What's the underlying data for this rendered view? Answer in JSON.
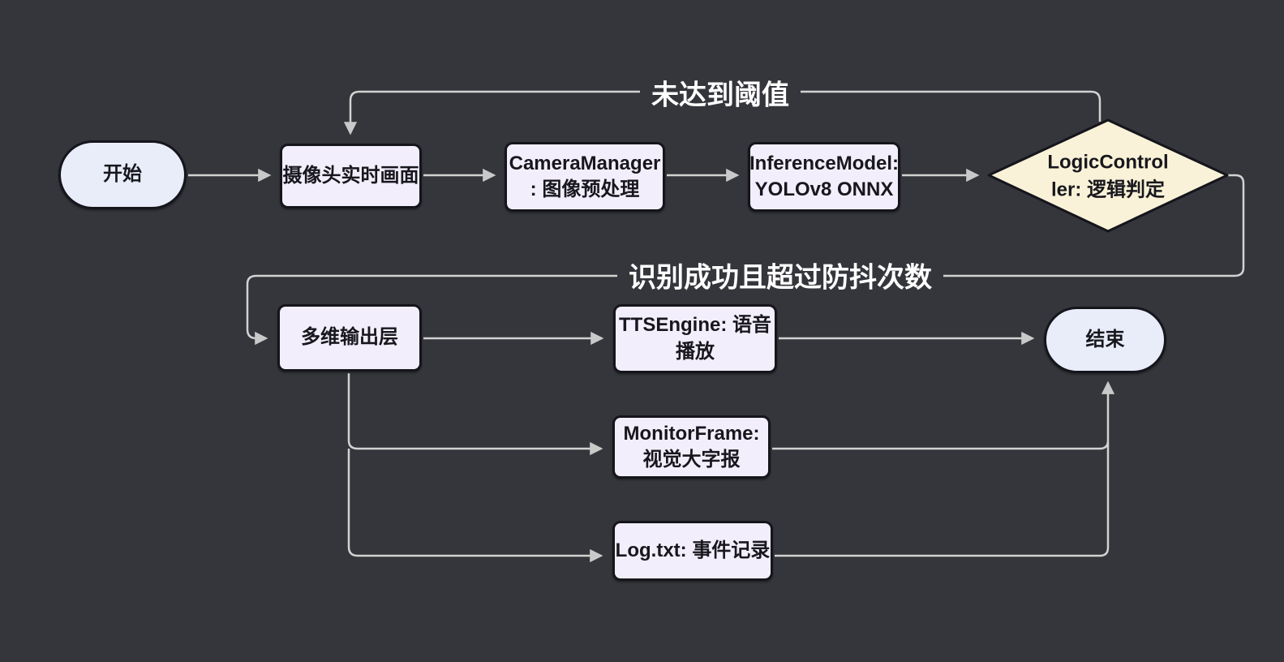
{
  "diagram": {
    "type": "flowchart",
    "colors": {
      "background": "#35363b",
      "process_fill": "#f3eefb",
      "terminal_fill": "#e9edfa",
      "decision_fill": "#faf2d8",
      "node_border": "#15151c",
      "edge_line": "#d2d2d2",
      "edge_label_text": "#ffffff",
      "node_text": "#17171d"
    }
  },
  "nodes": {
    "start": {
      "label": "开始",
      "shape": "stadium"
    },
    "camera_feed": {
      "label": "摄像头实时画面",
      "shape": "rounded-rect"
    },
    "camera_manager": {
      "label": "CameraManager\n: 图像预处理",
      "shape": "rounded-rect"
    },
    "inference_model": {
      "label": "InferenceModel:\nYOLOv8 ONNX",
      "shape": "rounded-rect"
    },
    "logic_controller": {
      "label": "LogicControl\nler: 逻辑判定",
      "shape": "diamond"
    },
    "output_layer": {
      "label": "多维输出层",
      "shape": "rounded-rect"
    },
    "tts_engine": {
      "label": "TTSEngine: 语音\n播放",
      "shape": "rounded-rect"
    },
    "monitor_frame": {
      "label": "MonitorFrame:\n视觉大字报",
      "shape": "rounded-rect"
    },
    "log_file": {
      "label": "Log.txt: 事件记录",
      "shape": "rounded-rect"
    },
    "end": {
      "label": "结束",
      "shape": "stadium"
    }
  },
  "edges": {
    "labels": {
      "threshold_not_reached": "未达到阈值",
      "recognition_success": "识别成功且超过防抖次数"
    }
  }
}
